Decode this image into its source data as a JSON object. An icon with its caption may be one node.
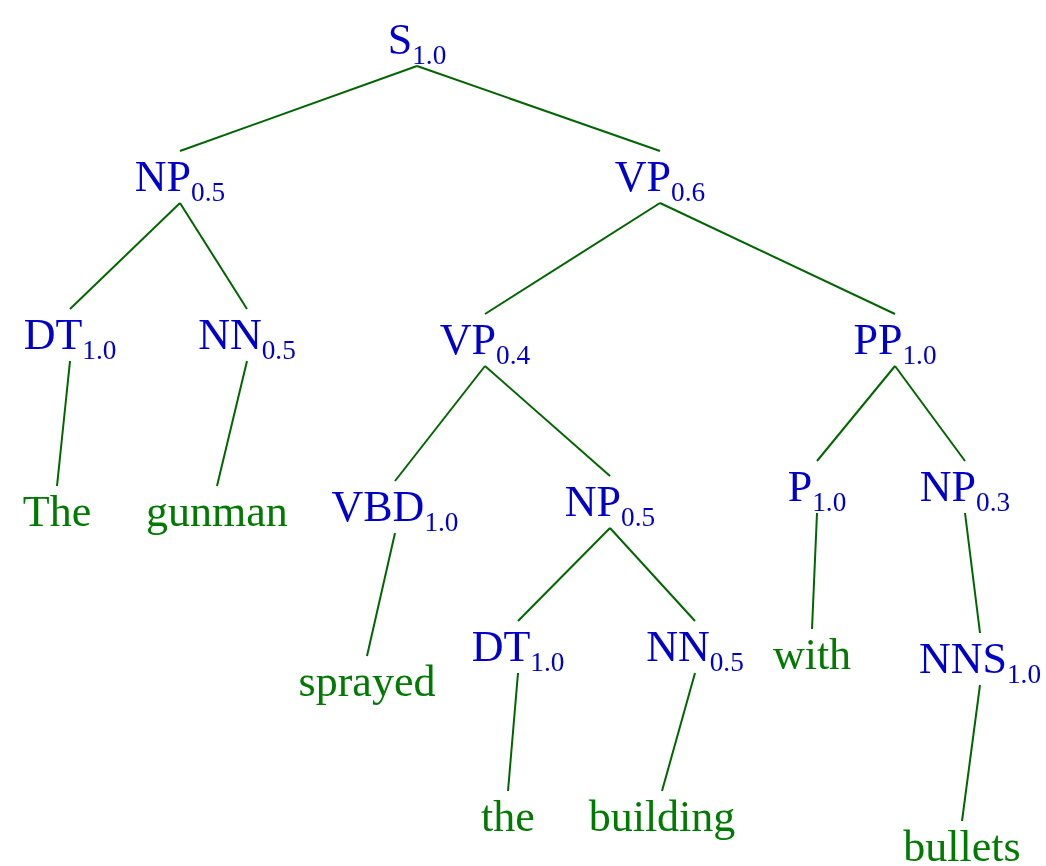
{
  "diagram": {
    "nodes": [
      {
        "text": [
          "S$_{1.0}$"
        ]
      },
      {
        "text": [
          "NP$_{0.5}$"
        ]
      },
      {
        "text": [
          "VP$_{0.6}$"
        ]
      },
      {
        "text": [
          "DT$_{1.0}$"
        ]
      },
      {
        "text": [
          "NN$_{0.5}$"
        ]
      },
      {
        "text": [
          "VP$_{0.4}$"
        ]
      },
      {
        "text": [
          "PP$_{1.0}$"
        ]
      },
      {
        "text": [
          "The"
        ]
      },
      {
        "text": [
          "gunman"
        ]
      },
      {
        "text": [
          "VBD$_{1.0}$"
        ]
      },
      {
        "text": [
          "NP$_{0.5}$"
        ]
      },
      {
        "text": [
          "P$_{1.0}$"
        ]
      },
      {
        "text": [
          "NP$_{0.3}$"
        ]
      },
      {
        "text": [
          "sprayed"
        ]
      },
      {
        "text": [
          "DT$_{1.0}$"
        ]
      },
      {
        "text": [
          "NN$_{0.5}$"
        ]
      },
      {
        "text": [
          "with"
        ]
      },
      {
        "text": [
          "NNS$_{1.0}$"
        ]
      },
      {
        "text": [
          "the"
        ]
      },
      {
        "text": [
          "building"
        ]
      },
      {
        "text": [
          "bullets"
        ]
      }
    ],
    "edges": [
      {
        "from": 0,
        "to": 1,
        "arrow": "none"
      },
      {
        "from": 0,
        "to": 2,
        "arrow": "none"
      },
      {
        "from": 1,
        "to": 3,
        "arrow": "none"
      },
      {
        "from": 1,
        "to": 4,
        "arrow": "none"
      },
      {
        "from": 2,
        "to": 5,
        "arrow": "none"
      },
      {
        "from": 2,
        "to": 6,
        "arrow": "none"
      },
      {
        "from": 3,
        "to": 7,
        "arrow": "none"
      },
      {
        "from": 4,
        "to": 8,
        "arrow": "none"
      },
      {
        "from": 5,
        "to": 9,
        "arrow": "none"
      },
      {
        "from": 5,
        "to": 10,
        "arrow": "none"
      },
      {
        "from": 6,
        "to": 11,
        "arrow": "none"
      },
      {
        "from": 6,
        "to": 12,
        "arrow": "none"
      },
      {
        "from": 9,
        "to": 13,
        "arrow": "none"
      },
      {
        "from": 10,
        "to": 14,
        "arrow": "none"
      },
      {
        "from": 10,
        "to": 15,
        "arrow": "none"
      },
      {
        "from": 11,
        "to": 16,
        "arrow": "none"
      },
      {
        "from": 12,
        "to": 17,
        "arrow": "none"
      },
      {
        "from": 14,
        "to": 18,
        "arrow": "none"
      },
      {
        "from": 15,
        "to": 19,
        "arrow": "none"
      },
      {
        "from": 17,
        "to": 20,
        "arrow": "none"
      }
    ]
  }
}
